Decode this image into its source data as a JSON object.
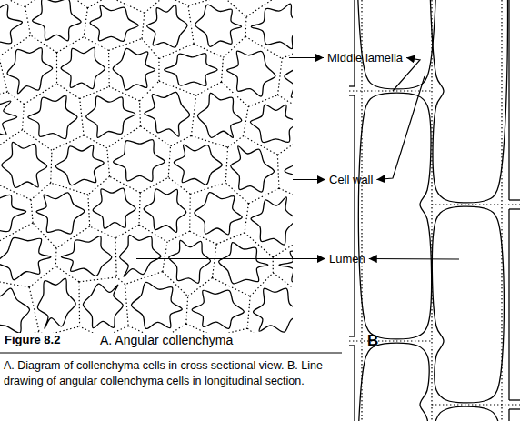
{
  "diagram": {
    "title": "Figure 8.2",
    "caption": "A. Diagram of collenchyma cells in cross sectional view. B. Line drawing of angular collenchyma cells in longitudinal section.",
    "labels": [
      "Middle lamella",
      "Cell wall",
      "Lumen",
      "A. Angular collenchyma",
      "B"
    ]
  }
}
